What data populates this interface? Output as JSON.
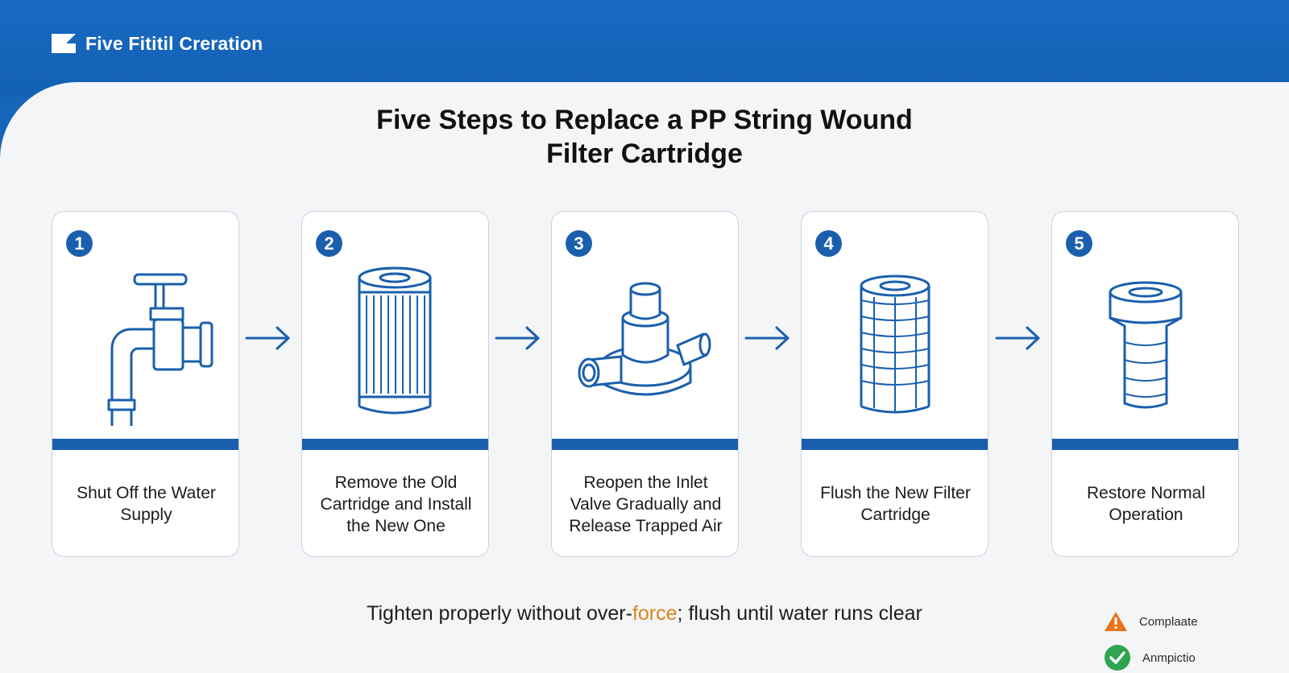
{
  "header": {
    "brand": "Five Fititil Creration"
  },
  "title_line1": "Five Steps to Replace a PP String Wound",
  "title_line2": "Filter Cartridge",
  "steps": [
    {
      "number": "1",
      "label": "Shut Off the Water Supply",
      "icon": "faucet-icon"
    },
    {
      "number": "2",
      "label": "Remove the Old Cartridge and Install the New One",
      "icon": "cartridge-icon"
    },
    {
      "number": "3",
      "label": "Reopen the Inlet Valve Gradually and Release Trapped Air",
      "icon": "valve-icon"
    },
    {
      "number": "4",
      "label": "Flush the New Filter Cartridge",
      "icon": "new-cartridge-icon"
    },
    {
      "number": "5",
      "label": "Restore Normal Operation",
      "icon": "housing-icon"
    }
  ],
  "note": {
    "before": "Tighten properly without over-",
    "highlight": "force",
    "after": "; flush until water runs clear"
  },
  "legend": [
    {
      "label": "Complaate",
      "icon": "warning-icon",
      "color": "#e8731a"
    },
    {
      "label": "Anmpictio",
      "icon": "check-circle-icon",
      "color": "#2ea44f"
    }
  ],
  "colors": {
    "accent": "#1a5fad",
    "header": "#1565b8",
    "highlight": "#d9841a"
  }
}
